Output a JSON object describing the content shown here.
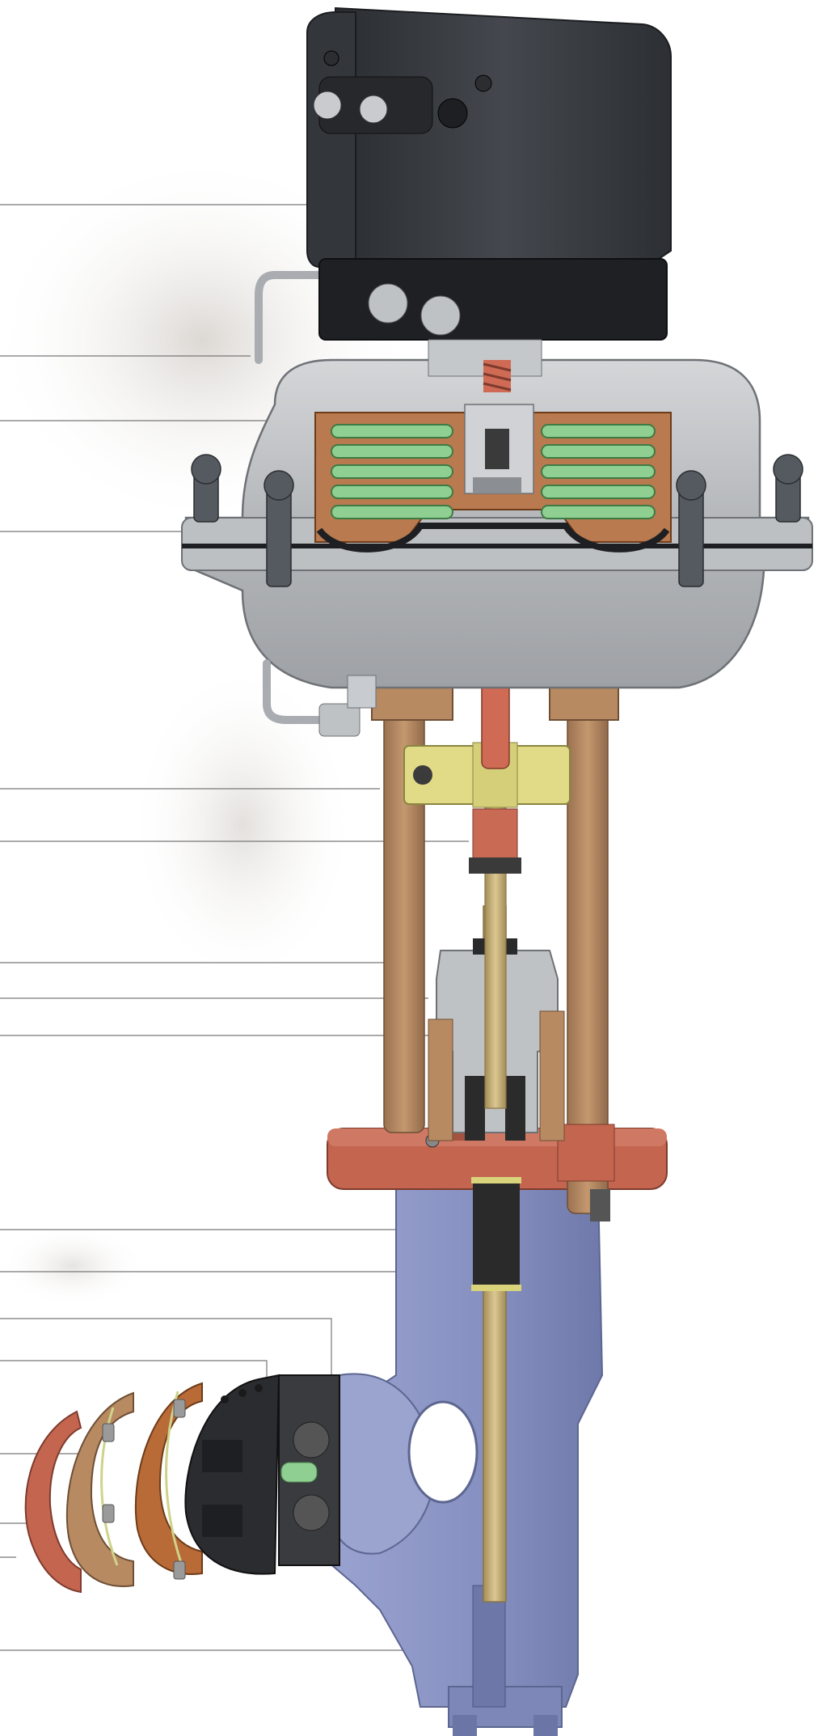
{
  "figure": {
    "type": "cutaway-valve-illustration",
    "leader_line_count": 17,
    "text_labels": [],
    "colors": {
      "actuator_housing": "#3a3d42",
      "actuator_base": "#1e2024",
      "diaphragm_case": "#b9bbbe",
      "springs": "#8fcf92",
      "diaphragm_plate": "#b87a4e",
      "stem_upper": "#cf6a55",
      "yoke_bronze": "#b78a62",
      "coupling_yellow": "#e1da86",
      "bonnet_steel": "#bfc2c5",
      "stem_lower": "#c8b27a",
      "flange_copper": "#c3654f",
      "valve_body": "#8e98c6",
      "packing_dark": "#2a2a2a",
      "trim_disc_black": "#2b2c30",
      "leader_line": "#777777"
    },
    "components": [
      "positioner-housing",
      "cable-gland",
      "air-supply-tube",
      "diaphragm-case",
      "actuator-springs",
      "diaphragm-plate",
      "actuator-stem",
      "yoke-pillar",
      "stem-coupling",
      "yoke-plate",
      "valve-stem",
      "packing-nut",
      "bonnet",
      "bonnet-flange",
      "packing-set",
      "valve-body",
      "exploded-seat-rings"
    ]
  }
}
